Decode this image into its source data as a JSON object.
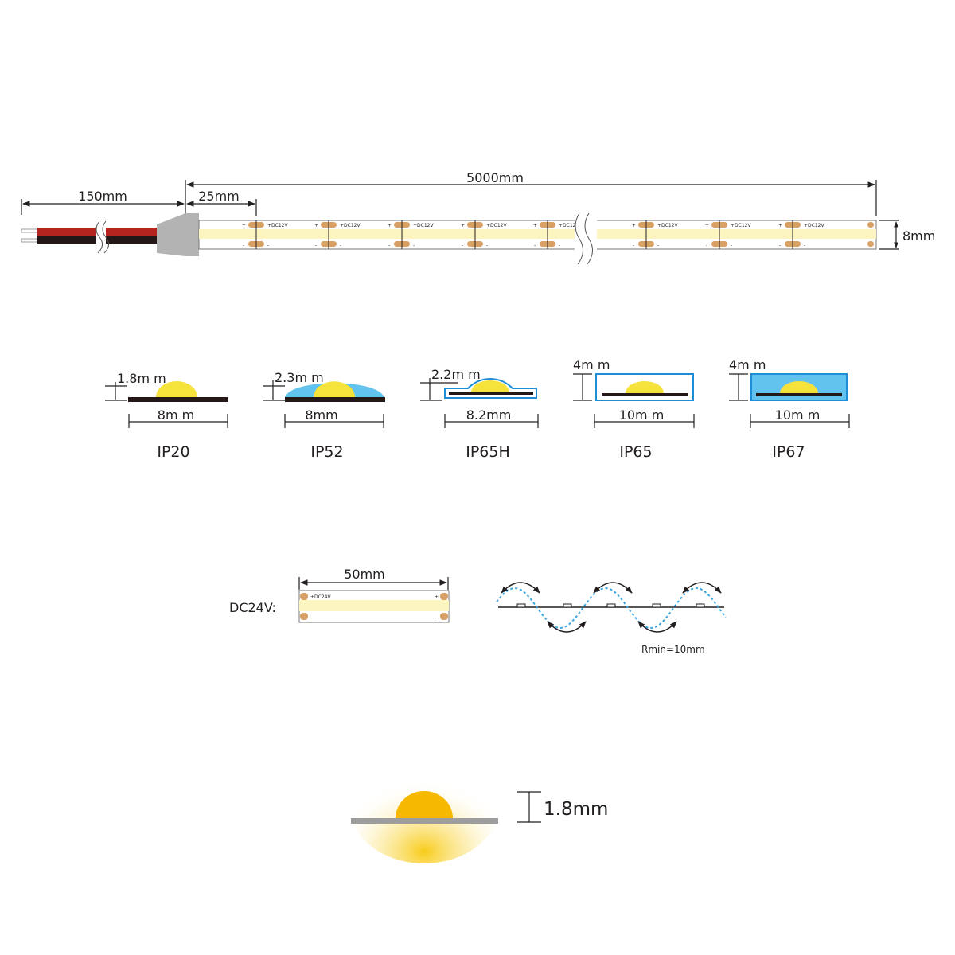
{
  "strip": {
    "cable_length": "150mm",
    "cut_length": "25mm",
    "total_length": "5000mm",
    "width": "8mm",
    "voltage_mark": "+DC12V",
    "plus": "+",
    "minus": "-"
  },
  "profiles": [
    {
      "label": "IP20",
      "height": "1.8m m",
      "width": "8m m"
    },
    {
      "label": "IP52",
      "height": "2.3m m",
      "width": "8mm"
    },
    {
      "label": "IP65H",
      "height": "2.2m m",
      "width": "8.2mm"
    },
    {
      "label": "IP65",
      "height": "4m m",
      "width": "10m m"
    },
    {
      "label": "IP67",
      "height": "4m m",
      "width": "10m m"
    }
  ],
  "segment": {
    "voltage_label": "DC24V:",
    "length": "50mm",
    "voltage_mark": "+DC24V",
    "plus": "+",
    "minus": "-"
  },
  "bending": {
    "radius": "Rmin=10mm"
  },
  "led_height": {
    "value": "1.8mm"
  },
  "colors": {
    "led_yellow": "#f5e23a",
    "cob_band": "#fdf5c0",
    "pad": "#d9a066",
    "cover_blue": "#62c3ee",
    "cable_red": "#b5241f",
    "cable_black": "#231815",
    "connector": "#b3b3b3",
    "glow": "#f7b800"
  }
}
